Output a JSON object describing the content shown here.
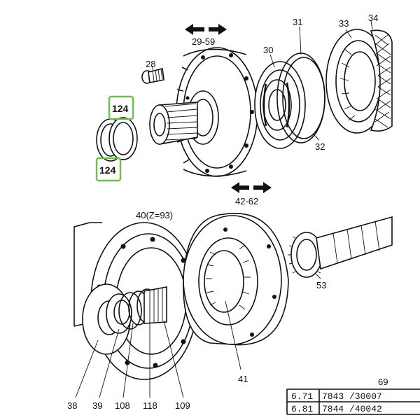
{
  "callouts": {
    "c28": "28",
    "c29_59": "29-59",
    "c30": "30",
    "c31": "31",
    "c32": "32",
    "c33": "33",
    "c34": "34",
    "c42_62": "42-62",
    "c40": "40(Z=93)",
    "c53": "53",
    "c41": "41",
    "c38": "38",
    "c39": "39",
    "c108": "108",
    "c118": "118",
    "c109": "109",
    "c124_top": "124",
    "c124_bottom": "124"
  },
  "page_fragment": "69",
  "ref_table": {
    "rows": [
      [
        "6.71",
        "7843 /30007"
      ],
      [
        "6.81",
        "7844 /40042"
      ]
    ]
  },
  "colors": {
    "highlight": "#6cc04a",
    "ink": "#111111"
  }
}
